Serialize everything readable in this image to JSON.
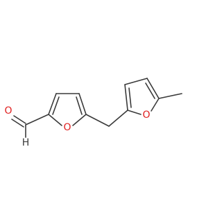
{
  "molecule": {
    "atoms": [
      {
        "id": "aldehyde-oxygen",
        "label": "O",
        "color": "#e02020"
      },
      {
        "id": "aldehyde-hydrogen",
        "label": "H",
        "color": "#3a3a3a"
      },
      {
        "id": "furan1-oxygen",
        "label": "O",
        "color": "#e02020"
      },
      {
        "id": "furan2-oxygen",
        "label": "O",
        "color": "#e02020"
      }
    ],
    "colors": {
      "bond": "#3a3a3a",
      "oxygen": "#e02020",
      "background": "#ffffff"
    }
  }
}
